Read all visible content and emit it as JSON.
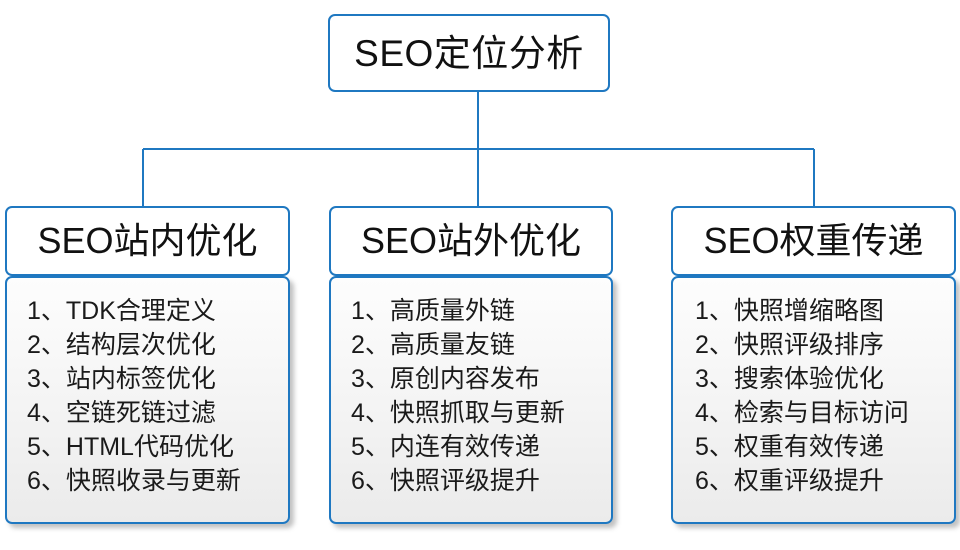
{
  "diagram": {
    "type": "hierarchy-tree",
    "root": {
      "label": "SEO定位分析"
    },
    "accent_color": "#1f78c1",
    "text_color": "#111111",
    "branches": [
      {
        "id": "on-site",
        "title": "SEO站内优化",
        "items": [
          "1、TDK合理定义",
          "2、结构层次优化",
          "3、站内标签优化",
          "4、空链死链过滤",
          "5、HTML代码优化",
          "6、快照收录与更新"
        ]
      },
      {
        "id": "off-site",
        "title": "SEO站外优化",
        "items": [
          "1、高质量外链",
          "2、高质量友链",
          "3、原创内容发布",
          "4、快照抓取与更新",
          "5、内连有效传递",
          "6、快照评级提升"
        ]
      },
      {
        "id": "weight-transfer",
        "title": "SEO权重传递",
        "items": [
          "1、快照增缩略图",
          "2、快照评级排序",
          "3、搜索体验优化",
          "4、检索与目标访问",
          "5、权重有效传递",
          "6、权重评级提升"
        ]
      }
    ]
  }
}
